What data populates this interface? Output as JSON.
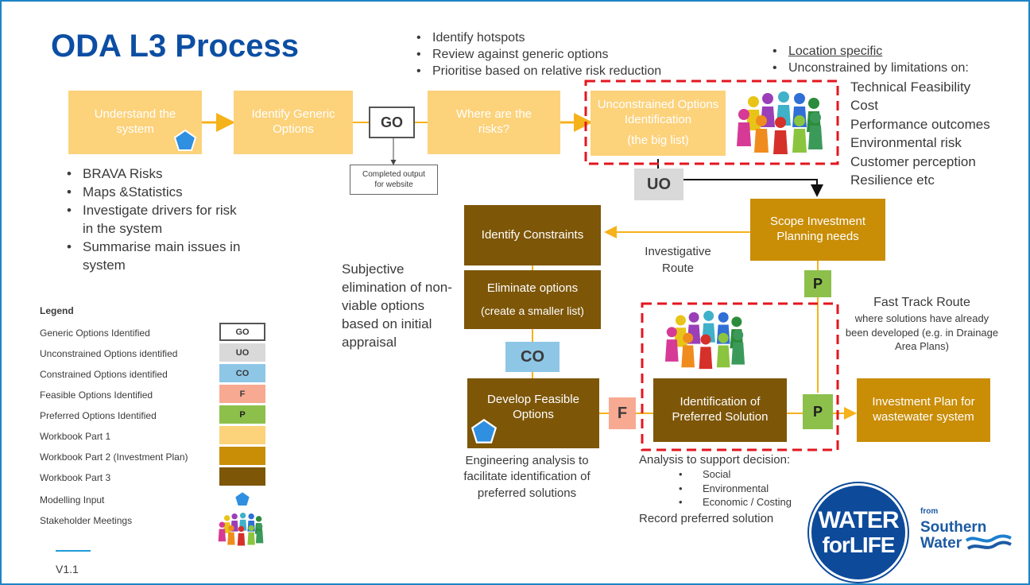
{
  "title": "ODA L3 Process",
  "colors": {
    "workbook1": "#fcd27b",
    "workbook2": "#c98d06",
    "workbook3": "#7d5608",
    "go": "#ffffff",
    "uo": "#d9d9d9",
    "co": "#8ec6e6",
    "f": "#f7a991",
    "p": "#8cc04b",
    "arrow": "#f5b21b",
    "dash": "#e3161f",
    "modelling": "#2f8fe0"
  },
  "top_bullets": [
    "Identify hotspots",
    "Review against generic options",
    "Prioritise based on relative risk reduction"
  ],
  "right_bullets": {
    "items": [
      "Location specific",
      "Unconstrained by limitations on:"
    ],
    "sub": [
      "Technical Feasibility",
      "Cost",
      "Performance outcomes",
      "Environmental risk",
      "Customer perception",
      "Resilience etc"
    ]
  },
  "boxes": {
    "understand": "Understand the system",
    "generic": "Identify Generic Options",
    "risks": "Where are the risks?",
    "unconstrained": "Unconstrained Options Identification",
    "unconstrained_sub": "(the big list)",
    "scope": "Scope Investment Planning needs",
    "constraints": "Identify Constraints",
    "eliminate": "Eliminate options",
    "eliminate_sub": "(create a smaller list)",
    "feasible": "Develop Feasible Options",
    "preferred": "Identification of Preferred Solution",
    "plan": "Investment Plan for wastewater system"
  },
  "tags": {
    "go": "GO",
    "uo": "UO",
    "co": "CO",
    "f": "F",
    "p1": "P",
    "p2": "P"
  },
  "completed_output": "Completed output for website",
  "left_bullets": [
    "BRAVA Risks",
    "Maps &Statistics",
    "Investigate drivers for risk in the system",
    "Summarise main issues in system"
  ],
  "investigative_route": "Investigative Route",
  "subjective": "Subjective elimination of non-viable options based on initial appraisal",
  "fast_track": {
    "title": "Fast Track Route",
    "desc": "where solutions have already been developed (e.g. in Drainage Area Plans)"
  },
  "engineering": "Engineering analysis to facilitate identification of preferred solutions",
  "analysis": {
    "title": "Analysis to support decision:",
    "items": [
      "Social",
      "Environmental",
      "Economic / Costing"
    ],
    "footer": "Record preferred solution"
  },
  "legend": {
    "title": "Legend",
    "rows": [
      {
        "label": "Generic Options Identified",
        "tag": "GO"
      },
      {
        "label": "Unconstrained Options identified",
        "tag": "UO"
      },
      {
        "label": "Constrained Options identified",
        "tag": "CO"
      },
      {
        "label": "Feasible Options Identified",
        "tag": "F"
      },
      {
        "label": "Preferred Options Identified",
        "tag": "P"
      },
      {
        "label": "Workbook Part 1",
        "tag": ""
      },
      {
        "label": "Workbook Part 2 (Investment Plan)",
        "tag": ""
      },
      {
        "label": "Workbook Part 3",
        "tag": ""
      },
      {
        "label": "Modelling Input",
        "tag": ""
      },
      {
        "label": "Stakeholder Meetings",
        "tag": ""
      }
    ]
  },
  "version": "V1.1",
  "logo": {
    "badge_line1": "WATER",
    "badge_line2": "forLIFE",
    "from": "from",
    "name_line1": "Southern",
    "name_line2": "Water"
  }
}
